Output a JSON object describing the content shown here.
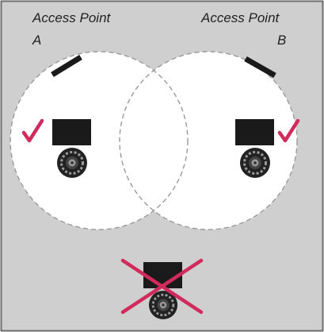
{
  "access_points": [
    {
      "title": "Access Point",
      "letter": "A"
    },
    {
      "title": "Access Point",
      "letter": "B"
    }
  ],
  "placements": [
    {
      "access_point": "A",
      "status": "ok",
      "icon": "check-icon"
    },
    {
      "access_point": "B",
      "status": "ok",
      "icon": "check-icon"
    },
    {
      "access_point": "none",
      "status": "bad",
      "icon": "cross-icon"
    }
  ],
  "colors": {
    "background": "#cfcfcf",
    "border": "#6e6e6e",
    "coverage": "#ffffff",
    "coverage_outline": "#9a9a9a",
    "access_point": "#1a1a1a",
    "device": "#1a1a1a",
    "check": "#d12a5c",
    "cross": "#d12a5c"
  }
}
